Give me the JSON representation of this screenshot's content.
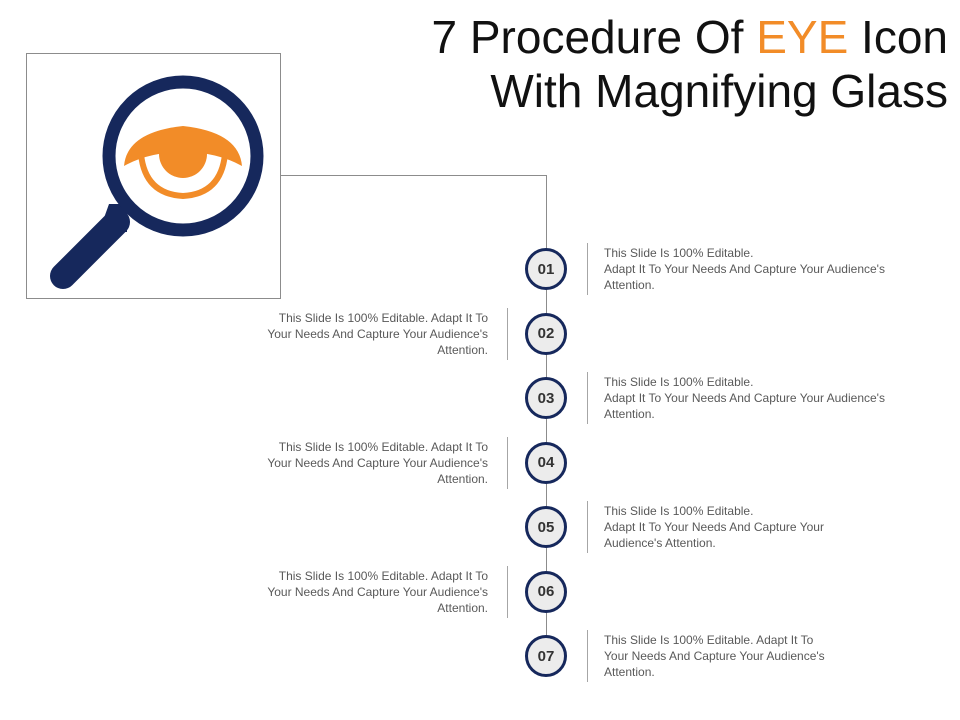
{
  "title": {
    "line1_before": "7 Procedure Of ",
    "line1_accent": "EYE",
    "line1_after": " Icon",
    "line2": "With Magnifying Glass"
  },
  "colors": {
    "accent": "#f28c28",
    "navy": "#16285c",
    "circle_fill": "#ececec",
    "line": "#8c8c8c"
  },
  "icon": {
    "name": "eye-in-magnifying-glass-icon"
  },
  "steps": [
    {
      "number": "01",
      "side": "right",
      "lines": [
        "This Slide Is 100% Editable.",
        "Adapt It To Your Needs And Capture Your Audience's",
        "Attention."
      ]
    },
    {
      "number": "02",
      "side": "left",
      "lines": [
        "This Slide Is 100% Editable. Adapt It To",
        "Your Needs And Capture Your Audience's",
        "Attention."
      ]
    },
    {
      "number": "03",
      "side": "right",
      "lines": [
        "This Slide Is 100% Editable.",
        "Adapt It To Your Needs And Capture Your Audience's",
        "Attention."
      ]
    },
    {
      "number": "04",
      "side": "left",
      "lines": [
        "This Slide Is 100% Editable. Adapt It To",
        "Your Needs And Capture Your Audience's",
        "Attention."
      ]
    },
    {
      "number": "05",
      "side": "right",
      "lines": [
        "This Slide Is 100% Editable.",
        "Adapt It To Your Needs And Capture Your",
        "Audience's Attention."
      ]
    },
    {
      "number": "06",
      "side": "left",
      "lines": [
        "This Slide Is 100% Editable. Adapt It To",
        "Your Needs And Capture Your Audience's",
        "Attention."
      ]
    },
    {
      "number": "07",
      "side": "right",
      "lines": [
        "This Slide Is 100% Editable. Adapt It To",
        "Your Needs And Capture Your Audience's",
        "Attention."
      ]
    }
  ]
}
